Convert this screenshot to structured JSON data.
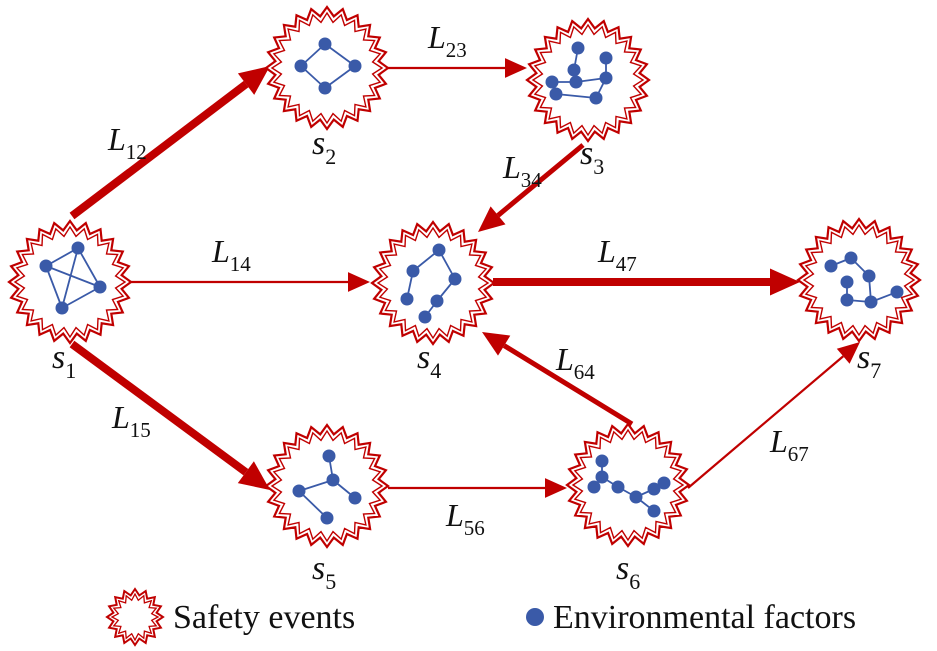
{
  "colors": {
    "event_stroke": "#c00000",
    "arrow": "#c00000",
    "factor": "#3a5aa8",
    "factor_edge": "#3a5aa8",
    "text": "#111111"
  },
  "nodes": [
    {
      "id": "s1",
      "letter": "s",
      "sub": "1"
    },
    {
      "id": "s2",
      "letter": "s",
      "sub": "2"
    },
    {
      "id": "s3",
      "letter": "s",
      "sub": "3"
    },
    {
      "id": "s4",
      "letter": "s",
      "sub": "4"
    },
    {
      "id": "s5",
      "letter": "s",
      "sub": "5"
    },
    {
      "id": "s6",
      "letter": "s",
      "sub": "6"
    },
    {
      "id": "s7",
      "letter": "s",
      "sub": "7"
    }
  ],
  "edges": [
    {
      "from": "s1",
      "to": "s2",
      "letter": "L",
      "sub": "12",
      "weight": "heavy"
    },
    {
      "from": "s2",
      "to": "s3",
      "letter": "L",
      "sub": "23",
      "weight": "light"
    },
    {
      "from": "s3",
      "to": "s4",
      "letter": "L",
      "sub": "34",
      "weight": "medium"
    },
    {
      "from": "s1",
      "to": "s4",
      "letter": "L",
      "sub": "14",
      "weight": "light"
    },
    {
      "from": "s4",
      "to": "s7",
      "letter": "L",
      "sub": "47",
      "weight": "heavy"
    },
    {
      "from": "s1",
      "to": "s5",
      "letter": "L",
      "sub": "15",
      "weight": "heavy"
    },
    {
      "from": "s5",
      "to": "s6",
      "letter": "L",
      "sub": "56",
      "weight": "light"
    },
    {
      "from": "s6",
      "to": "s4",
      "letter": "L",
      "sub": "64",
      "weight": "medium"
    },
    {
      "from": "s6",
      "to": "s7",
      "letter": "L",
      "sub": "67",
      "weight": "light"
    }
  ],
  "legend": {
    "events_label": "Safety events",
    "factors_label": "Environmental factors"
  }
}
